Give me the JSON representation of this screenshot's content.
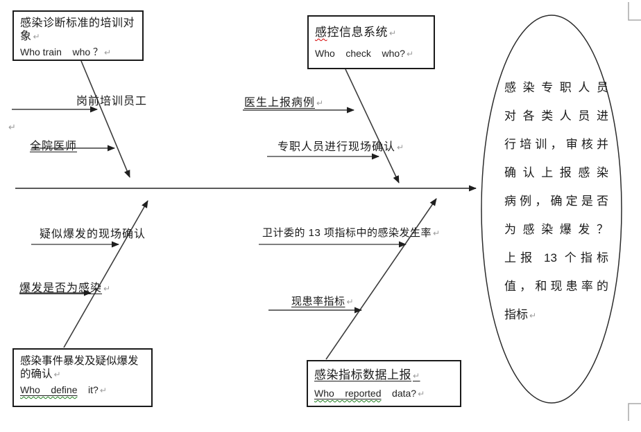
{
  "marks": {
    "pilcrow": "↵"
  },
  "colors": {
    "line": "#3c3c3c",
    "spine": "#595959",
    "box_border": "#1a1a1a",
    "wavy_red": "#d40000",
    "wavy_green": "#1a7a1a",
    "pilcrow_gray": "#9b9b9b",
    "margin_mark_gray": "#a8a8a8"
  },
  "boxes": {
    "train_target": {
      "title": "感染诊断标准的培训对象",
      "question": "Who train    who ？"
    },
    "info_system": {
      "title_marked": "感",
      "title_rest": "控信息系统",
      "question": "Who    check    who?"
    },
    "outbreak_confirm": {
      "title": "感染事件暴发及疑似爆发的确认",
      "question_marked": "Who    define",
      "question_rest": "    it?"
    },
    "indicator_report": {
      "title": "感染指标数据上报",
      "question_marked": "Who    reported",
      "question_rest": "    data?"
    }
  },
  "branch_labels": {
    "pre_job_training": "岗前培训员工",
    "all_doctors": "全院医师",
    "doctor_report": "医生上报病例",
    "onsite_confirm": "专职人员进行现场确认",
    "suspected_outbreak": "疑似爆发的现场确认",
    "outbreak_is_infection": "爆发是否为感染",
    "hfpc_indicators": "卫计委的 13 项指标中的感染发生率",
    "prevalence_indicator": "现患率指标"
  },
  "ellipse": {
    "lines": [
      "感染专职人员",
      "对各类人员进",
      "行培训，审核并",
      "确认上报感染",
      "病例，确定是否",
      "为感染爆发？",
      "上报 13 个指标",
      "值，和现患率的",
      "指标"
    ]
  }
}
